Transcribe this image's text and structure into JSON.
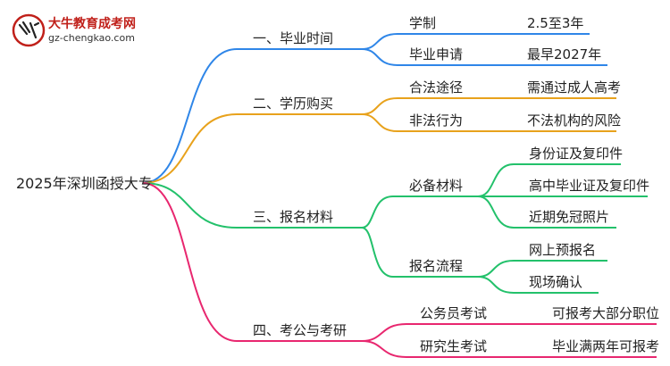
{
  "logo": {
    "name": "大牛教育成考网",
    "url": "gz-chengkao.com",
    "accent": "#c0201a"
  },
  "root": "2025年深圳函授大专",
  "branches": [
    {
      "label": "一、毕业时间",
      "color": "#2f86e8",
      "items": [
        {
          "label": "学制",
          "value": "2.5至3年"
        },
        {
          "label": "毕业申请",
          "value": "最早2027年"
        }
      ]
    },
    {
      "label": "二、学历购买",
      "color": "#e8a21c",
      "items": [
        {
          "label": "合法途径",
          "value": "需通过成人高考"
        },
        {
          "label": "非法行为",
          "value": "不法机构的风险"
        }
      ]
    },
    {
      "label": "三、报名材料",
      "color": "#23c16b",
      "groups": [
        {
          "label": "必备材料",
          "values": [
            "身份证及复印件",
            "高中毕业证及复印件",
            "近期免冠照片"
          ]
        },
        {
          "label": "报名流程",
          "values": [
            "网上预报名",
            "现场确认"
          ]
        }
      ]
    },
    {
      "label": "四、考公与考研",
      "color": "#e8276f",
      "items": [
        {
          "label": "公务员考试",
          "value": "可报考大部分职位"
        },
        {
          "label": "研究生考试",
          "value": "毕业满两年可报考"
        }
      ]
    }
  ]
}
